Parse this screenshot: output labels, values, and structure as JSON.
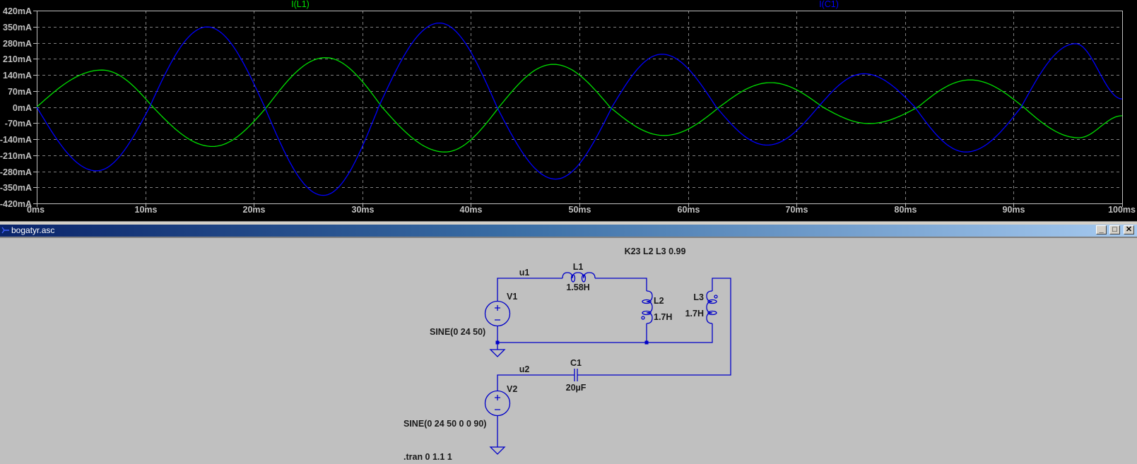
{
  "waveform": {
    "trace_colors": {
      "I(L1)": "#00e000",
      "I(C1)": "#0000ff"
    },
    "grid_color": "#808080",
    "axis_color": "#c0c0c0"
  },
  "chart_data": {
    "type": "line",
    "title": "",
    "xlabel": "",
    "ylabel": "",
    "xlim": [
      0,
      100
    ],
    "ylim": [
      -420,
      420
    ],
    "x_unit": "ms",
    "y_unit": "mA",
    "grid": true,
    "legend": "top",
    "x_ticks": [
      0,
      10,
      20,
      30,
      40,
      50,
      60,
      70,
      80,
      90,
      100
    ],
    "x_tick_labels": [
      "0ms",
      "10ms",
      "20ms",
      "30ms",
      "40ms",
      "50ms",
      "60ms",
      "70ms",
      "80ms",
      "90ms",
      "100ms"
    ],
    "y_ticks": [
      420,
      350,
      280,
      210,
      140,
      70,
      0,
      -70,
      -140,
      -210,
      -280,
      -350,
      -420
    ],
    "y_tick_labels": [
      "420mA",
      "350mA",
      "280mA",
      "210mA",
      "140mA",
      "70mA",
      "0mA",
      "-70mA",
      "-140mA",
      "-210mA",
      "-280mA",
      "-350mA",
      "-420mA"
    ],
    "series": [
      {
        "name": "I(L1)",
        "color": "#00e000",
        "x": [
          0,
          6.0,
          10.7,
          16.2,
          21.2,
          26.6,
          31.8,
          37.6,
          42.6,
          47.6,
          52.8,
          57.8,
          62.9,
          67.6,
          72.4,
          76.7,
          81.2,
          86.0,
          90.9,
          96.0,
          100
        ],
        "y": [
          0,
          161,
          0,
          -172,
          0,
          215,
          0,
          -196,
          0,
          186,
          0,
          -124,
          0,
          106,
          0,
          -72,
          0,
          118,
          0,
          -134,
          -38
        ]
      },
      {
        "name": "I(C1)",
        "color": "#0000ff",
        "x": [
          0,
          5.5,
          10.4,
          15.7,
          21.0,
          26.4,
          31.5,
          37.1,
          42.4,
          47.8,
          53.0,
          57.6,
          62.6,
          67.3,
          72.0,
          76.2,
          80.9,
          85.6,
          90.7,
          95.7,
          100
        ],
        "y": [
          0,
          -278,
          0,
          349,
          0,
          -385,
          0,
          366,
          0,
          -314,
          0,
          230,
          0,
          -166,
          0,
          145,
          0,
          -196,
          0,
          276,
          35
        ]
      }
    ]
  },
  "window": {
    "title": "bogatyr.asc",
    "minimize_label": "_",
    "maximize_label": "□",
    "close_label": "✕"
  },
  "schematic": {
    "wire_color": "#0000c8",
    "directive_coupling": "K23 L2 L3 0.99",
    "directive_tran": ".tran 0 1.1 1",
    "components": {
      "V1": {
        "name": "V1",
        "value": "SINE(0 24 50)"
      },
      "V2": {
        "name": "V2",
        "value": "SINE(0 24 50 0 0 90)"
      },
      "L1": {
        "name": "L1",
        "value": "1.58H"
      },
      "L2": {
        "name": "L2",
        "value": "1.7H"
      },
      "L3": {
        "name": "L3",
        "value": "1.7H"
      },
      "C1": {
        "name": "C1",
        "value": "20µF"
      }
    },
    "nets": {
      "u1": "u1",
      "u2": "u2"
    }
  }
}
